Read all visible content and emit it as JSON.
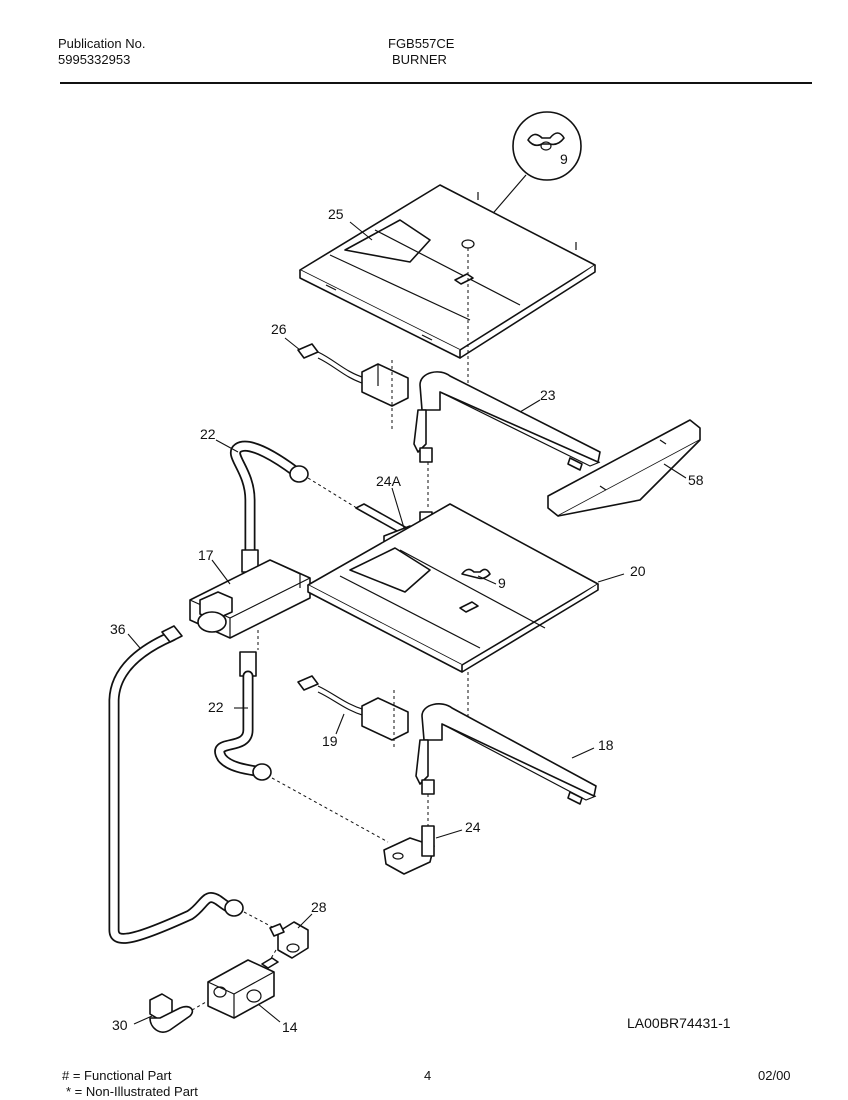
{
  "header": {
    "publication_label": "Publication No.",
    "publication_number": "5995332953",
    "model": "FGB557CE",
    "section": "BURNER"
  },
  "diagram_code": "LA00BR74431-1",
  "callouts": {
    "c9_top": "9",
    "c25": "25",
    "c26": "26",
    "c23": "23",
    "c22_top": "22",
    "c24a": "24A",
    "c58": "58",
    "c17": "17",
    "c9_mid": "9",
    "c20": "20",
    "c36": "36",
    "c22_bottom": "22",
    "c19": "19",
    "c18": "18",
    "c24": "24",
    "c28": "28",
    "c30": "30",
    "c14": "14"
  },
  "footer": {
    "legend_functional": "# = Functional Part",
    "legend_non_illustrated": "* = Non-Illustrated Part",
    "page_number": "4",
    "date": "02/00"
  }
}
